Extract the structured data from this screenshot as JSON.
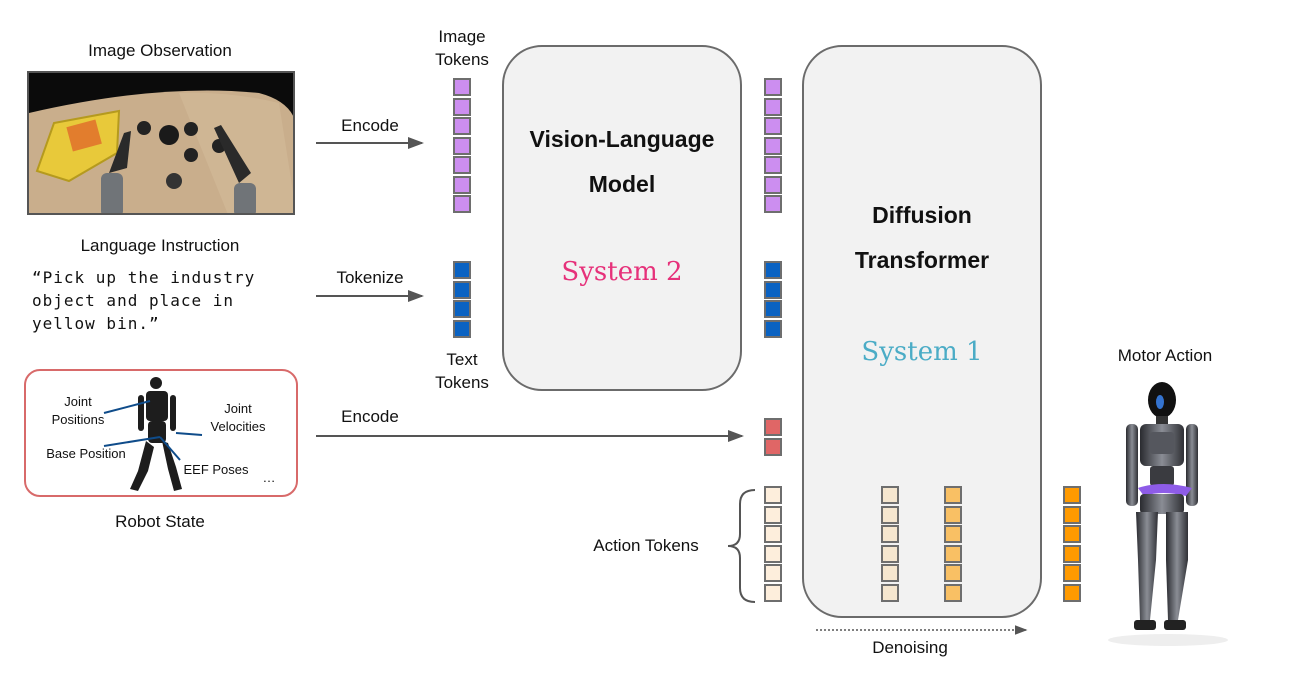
{
  "inputs": {
    "image_observation": {
      "title": "Image Observation",
      "icon": "camera-frame-image"
    },
    "language_instruction": {
      "title": "Language Instruction",
      "text": "“Pick up the industry\nobject and place in\nyellow bin.”"
    },
    "robot_state": {
      "title": "Robot State",
      "annotations": [
        "Joint\nPositions",
        "Joint\nVelocities",
        "Base\nPosition",
        "EEF Poses",
        "…"
      ],
      "icon": "humanoid-skeleton-image"
    }
  },
  "arrows": {
    "encode_image": "Encode",
    "tokenize": "Tokenize",
    "encode_state": "Encode"
  },
  "token_groups": {
    "image_tokens": {
      "label": "Image\nTokens",
      "count": 7,
      "color": "#cc8ef0"
    },
    "text_tokens": {
      "label": "Text\nTokens",
      "count": 4,
      "color": "#0a62c2"
    },
    "state_tokens": {
      "count": 2,
      "color": "#e06666"
    },
    "action_tokens": {
      "label": "Action Tokens",
      "count": 6,
      "color": "#fdeedc"
    },
    "denoise_step_1": {
      "count": 6,
      "color": "#f5e6cf"
    },
    "denoise_step_2": {
      "count": 6,
      "color": "#f9c064"
    },
    "motor_output": {
      "count": 6,
      "color": "#ff9a00"
    }
  },
  "models": {
    "vlm": {
      "title_line1": "Vision-Language",
      "title_line2": "Model",
      "system": "System 2",
      "system_color": "#e6317a"
    },
    "dit": {
      "title_line1": "Diffusion",
      "title_line2": "Transformer",
      "system": "System 1",
      "system_color": "#4bacc6"
    }
  },
  "denoising_label": "Denoising",
  "output": {
    "title": "Motor Action",
    "icon": "humanoid-robot-image"
  }
}
